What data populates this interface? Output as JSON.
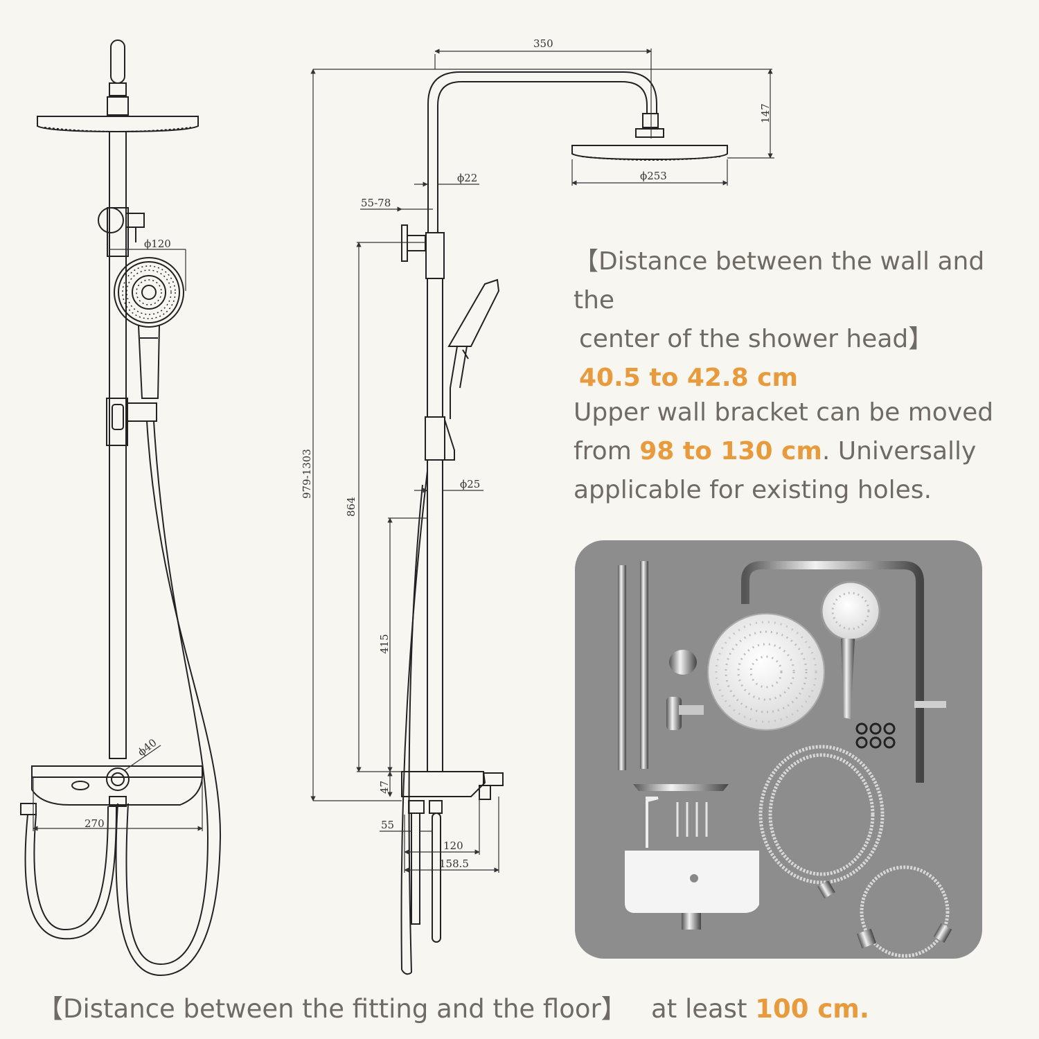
{
  "dimensions": {
    "arm_length": "350",
    "head_height": "147",
    "pipe_upper_dia": "ϕ22",
    "head_dia": "ϕ253",
    "bracket_offset": "55-78",
    "handshower_dia": "ϕ120",
    "total_height": "979-1303",
    "bracket_height": "864",
    "pipe_lower_dia": "ϕ25",
    "slider_height": "415",
    "knob_dia": "ϕ40",
    "shelf_width": "270",
    "body_height": "47",
    "inlet_offset": "55",
    "inlet_spacing": "120",
    "shelf_depth": "158.5"
  },
  "wall_distance": {
    "title_line1": "【Distance between the wall and the",
    "title_line2": "center of the shower head】",
    "value": "40.5 to 42.8 cm"
  },
  "bracket_note": {
    "line1": "Upper wall bracket can be moved",
    "line2_prefix": "from ",
    "line2_highlight": "98 to 130 cm",
    "line2_suffix": ". Universally",
    "line3": "applicable for existing holes."
  },
  "floor_note": {
    "text": "【Distance between the fitting and the floor】",
    "middle": "   at least ",
    "highlight": "100 cm."
  },
  "colors": {
    "background": "#f8f6f1",
    "text": "#6f6a64",
    "accent": "#e89b3c",
    "photo_background": "#8d8d8d"
  }
}
